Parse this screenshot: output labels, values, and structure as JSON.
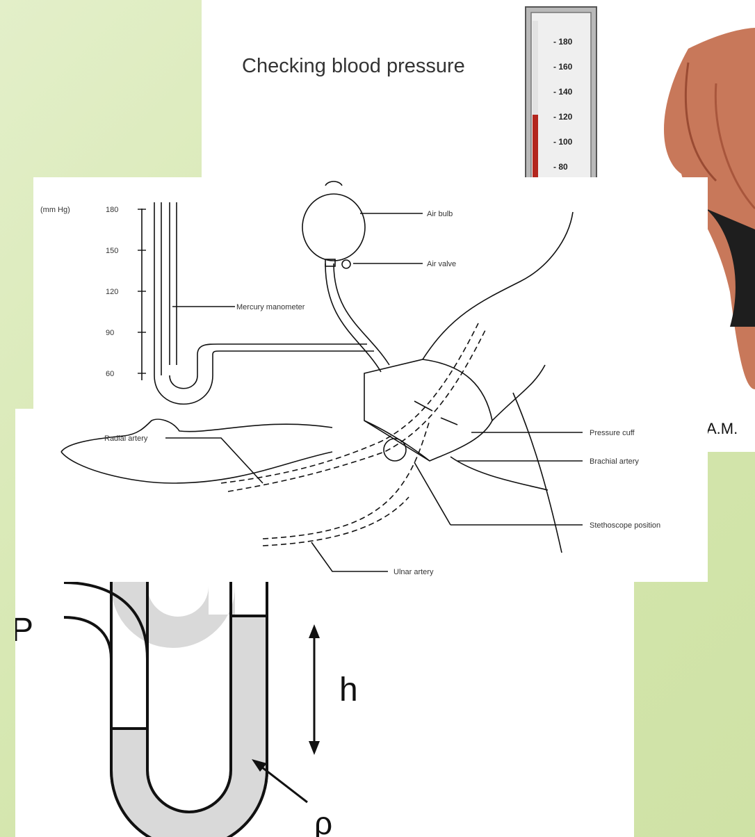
{
  "top_image": {
    "title": "Checking blood pressure",
    "gauge_ticks": [
      "180",
      "160",
      "140",
      "120",
      "100",
      "80"
    ],
    "gauge_level_mmhg": 120,
    "caption_fragment": "A.M."
  },
  "sphyg_diagram": {
    "unit_label": "(mm Hg)",
    "scale_ticks": [
      "180",
      "150",
      "120",
      "90",
      "60"
    ],
    "labels": {
      "air_bulb": "Air bulb",
      "air_valve": "Air  valve",
      "mercury_manometer": "Mercury manometer",
      "radial_artery": "Radial artery",
      "pressure_cuff": "Pressure cuff",
      "brachial_artery": "Brachial artery",
      "stethoscope_position": "Stethoscope position",
      "ulnar_artery": "Ulnar artery"
    }
  },
  "u_tube": {
    "pressure_label": "P",
    "height_label": "h",
    "density_label": "ρ"
  },
  "colors": {
    "background_green": "#d4e6ad",
    "mercury_red": "#b3261e",
    "fluid_gray": "#d9d9d9",
    "skin_tone": "#c8785a"
  }
}
